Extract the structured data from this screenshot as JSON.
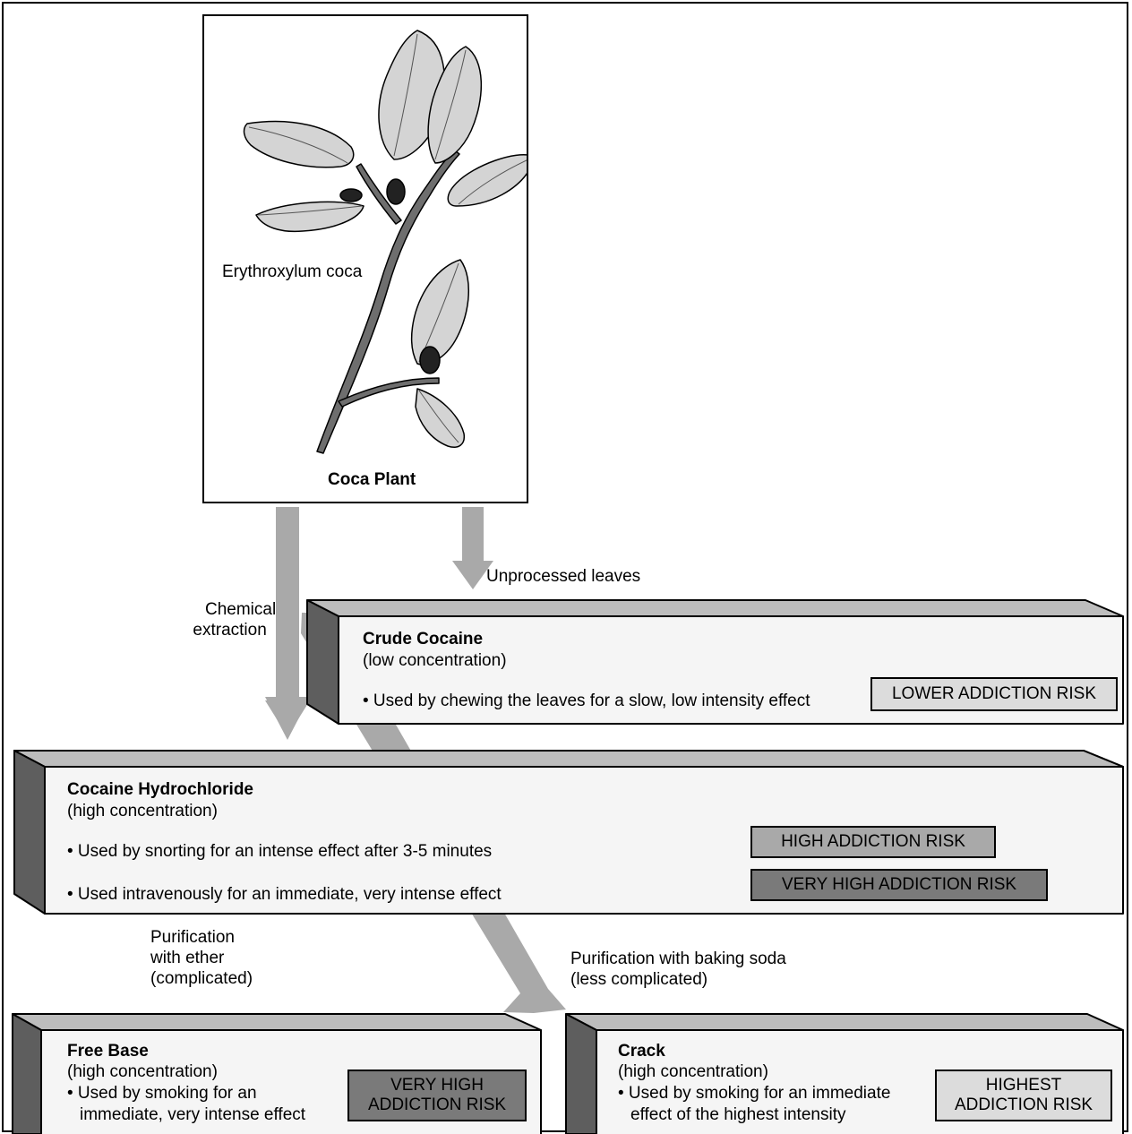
{
  "plant": {
    "name": "Coca Plant",
    "species": "Erythroxylum coca"
  },
  "arrows": {
    "unprocessed": "Unprocessed leaves",
    "chemical_line1": "Chemical",
    "chemical_line2": "extraction",
    "ether_line1": "Purification",
    "ether_line2": "with ether",
    "ether_line3": "(complicated)",
    "soda_line1": "Purification with baking soda",
    "soda_line2": "(less complicated)"
  },
  "crude": {
    "title": "Crude Cocaine",
    "concentration": "(low concentration)",
    "use": "• Used by chewing the leaves for a slow, low intensity effect",
    "risk": "LOWER ADDICTION RISK"
  },
  "hydrochloride": {
    "title": "Cocaine Hydrochloride",
    "concentration": "(high concentration)",
    "use1": "• Used by snorting for an intense effect after 3-5 minutes",
    "use2": "• Used intravenously for an immediate, very intense effect",
    "risk1": "HIGH ADDICTION RISK",
    "risk2": "VERY HIGH ADDICTION RISK"
  },
  "freebase": {
    "title": "Free Base",
    "concentration": "(high concentration)",
    "use_line1": "• Used by smoking for an",
    "use_line2": "immediate, very intense effect",
    "risk_line1": "VERY HIGH",
    "risk_line2": "ADDICTION RISK"
  },
  "crack": {
    "title": "Crack",
    "concentration": "(high concentration)",
    "use_line1": "• Used by smoking for an immediate",
    "use_line2": "effect of the highest intensity",
    "risk_line1": "HIGHEST",
    "risk_line2": "ADDICTION RISK"
  },
  "colors": {
    "arrow": "#a9a9a9",
    "box_face": "#f5f5f5",
    "box_top": "#bdbdbd",
    "box_side": "#5e5e5e",
    "leaf": "#d4d4d4",
    "stem": "#6e6e6e"
  }
}
